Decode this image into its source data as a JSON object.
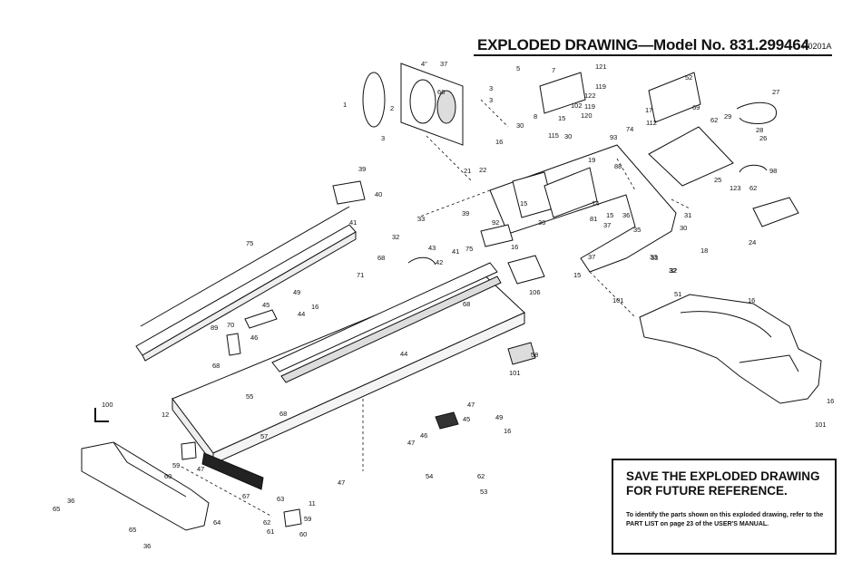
{
  "header": {
    "title": "EXPLODED DRAWING—Model No. 831.299464",
    "code": "R0201A"
  },
  "notice": {
    "heading_line1": "SAVE THE EXPLODED DRAWING",
    "heading_line2": "FOR FUTURE REFERENCE.",
    "body_line1": "To identify the parts shown on this exploded drawing, refer to the",
    "body_line2": "PART LIST on page 23 of the USER'S MANUAL."
  },
  "callouts": [
    "4\"",
    "37",
    "1",
    "2",
    "66",
    "3",
    "3",
    "3",
    "39",
    "40",
    "41",
    "75",
    "5",
    "7",
    "121",
    "119",
    "122",
    "8",
    "102",
    "15",
    "120",
    "119",
    "52",
    "17",
    "69",
    "27",
    "62",
    "29",
    "28",
    "26",
    "112",
    "30",
    "16",
    "115",
    "30",
    "93",
    "74",
    "88",
    "21",
    "22",
    "19",
    "15",
    "14",
    "15",
    "36",
    "37",
    "35",
    "81",
    "36",
    "31",
    "33",
    "32",
    "30",
    "18",
    "98",
    "25",
    "123",
    "62",
    "24",
    "33",
    "43",
    "39",
    "92",
    "41",
    "75",
    "32",
    "68",
    "42",
    "71",
    "16",
    "15",
    "106",
    "37",
    "33",
    "32",
    "49",
    "16",
    "45",
    "46",
    "44",
    "89",
    "70",
    "68",
    "101",
    "51",
    "16",
    "68",
    "58",
    "44",
    "101",
    "100",
    "55",
    "12",
    "68",
    "47",
    "45",
    "49",
    "16",
    "46",
    "47",
    "57",
    "59",
    "60",
    "47",
    "67",
    "54",
    "62",
    "53",
    "16",
    "101",
    "36",
    "65",
    "65",
    "36",
    "64",
    "63",
    "11",
    "62",
    "61",
    "59",
    "60",
    "47"
  ]
}
